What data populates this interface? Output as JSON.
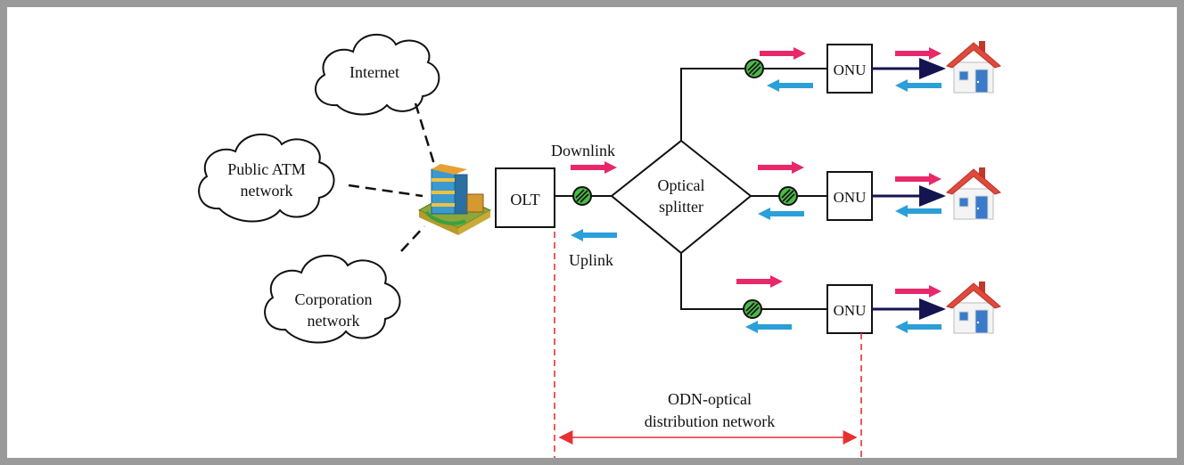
{
  "clouds": {
    "internet": "Internet",
    "atm_line1": "Public ATM",
    "atm_line2": "network",
    "corp_line1": "Corporation",
    "corp_line2": "network"
  },
  "olt": {
    "label": "OLT"
  },
  "splitter": {
    "line1": "Optical",
    "line2": "splitter"
  },
  "onu": {
    "label": "ONU"
  },
  "links": {
    "downlink": "Downlink",
    "uplink": "Uplink"
  },
  "odn": {
    "line1": "ODN-optical",
    "line2": "distribution network"
  },
  "colors": {
    "downlink_arrow": "#e8286a",
    "uplink_arrow": "#2b9fd8",
    "connector": "#4cb848",
    "odn_line": "#e83030",
    "onu_home_line": "#141450",
    "roof": "#e04a3a"
  }
}
